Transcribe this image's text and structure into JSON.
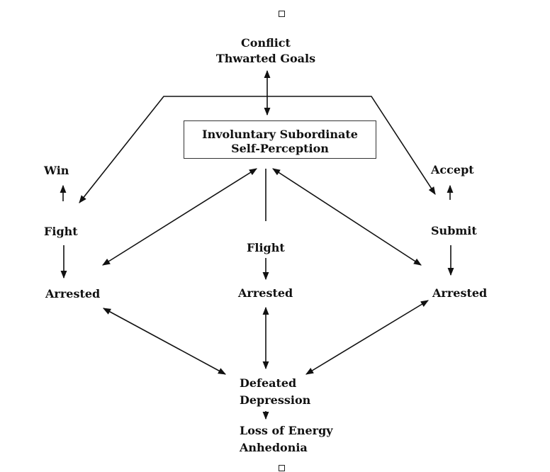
{
  "nodes": {
    "conflict": [
      "Conflict",
      "Thwarted Goals"
    ],
    "subordinate": [
      "Involuntary Subordinate",
      "Self-Perception"
    ],
    "win": "Win",
    "fight": "Fight",
    "arrested_left": "Arrested",
    "accept": "Accept",
    "submit": "Submit",
    "arrested_right": "Arrested",
    "flight": "Flight",
    "arrested_center": "Arrested",
    "defeated": [
      "Defeated",
      "Depression"
    ],
    "loss": [
      "Loss of Energy",
      "Anhedonia"
    ]
  },
  "colors": {
    "ink": "#111111"
  }
}
